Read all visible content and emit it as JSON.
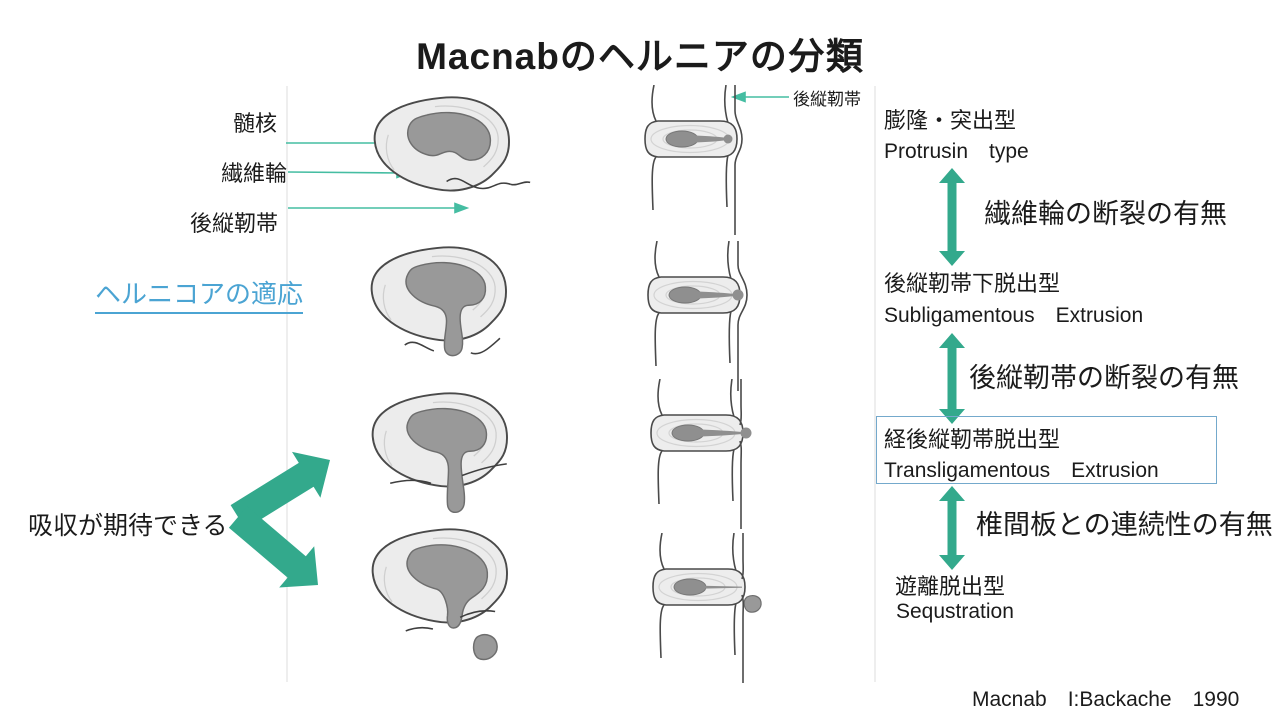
{
  "slide": {
    "title": "Macnabのヘルニアの分類",
    "citation": "Macnab　I:Backache　1990"
  },
  "anatomy_labels": {
    "nucleus": "髄核",
    "annulus": "繊維輪",
    "pll": "後縦靭帯",
    "pll_pointer": "後縦靭帯"
  },
  "link": {
    "label": "ヘルニコアの適応"
  },
  "note": {
    "absorption": "吸収が期待できる"
  },
  "types": [
    {
      "jp": "膨隆・突出型",
      "en": "Protrusin　type",
      "boxed": false
    },
    {
      "jp": "後縦靭帯下脱出型",
      "en": "Subligamentous　Extrusion",
      "boxed": false
    },
    {
      "jp": "経後縦靭帯脱出型",
      "en": "Transligamentous　Extrusion",
      "boxed": true
    },
    {
      "jp": "遊離脱出型",
      "en": "Sequstration",
      "boxed": false
    }
  ],
  "criteria": [
    "繊維輪の断裂の有無",
    "後縦靭帯の断裂の有無",
    "椎間板との連続性の有無"
  ],
  "colors": {
    "green_arrow": "#33A98C",
    "teal_pointer": "#45BDA2",
    "link_blue": "#4BA4D3",
    "box_border": "#74A9CC"
  }
}
